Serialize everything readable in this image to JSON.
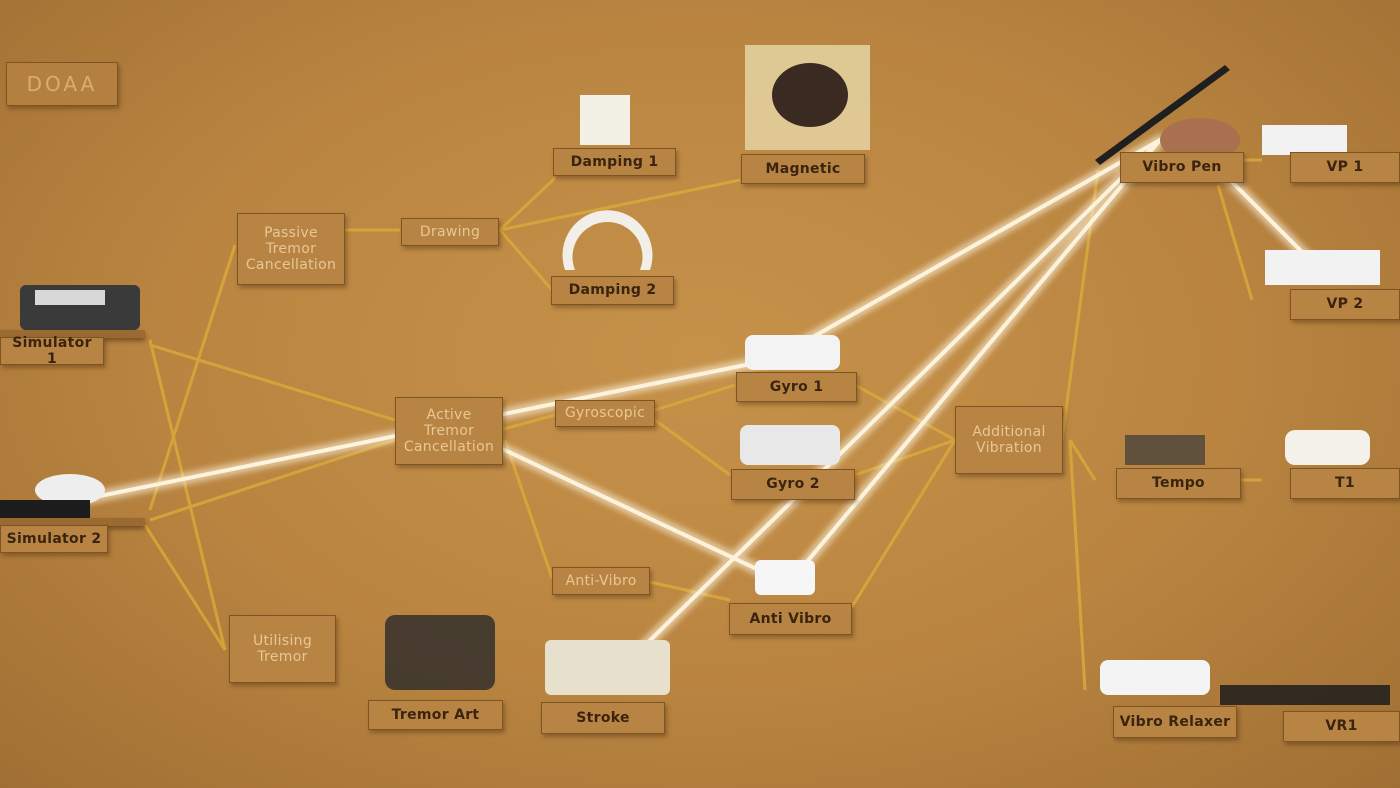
{
  "logo": {
    "text": "DOAA"
  },
  "categories": {
    "passive": "Passive Tremor Cancellation",
    "active": "Active Tremor Cancellation",
    "utilising": "Utilising Tremor",
    "additional": "Additional Vibration"
  },
  "methods": {
    "drawing": "Drawing",
    "gyroscopic": "Gyroscopic",
    "anti_vibro_method": "Anti-Vibro"
  },
  "prototypes": {
    "simulator1": "Simulator 1",
    "simulator2": "Simulator 2",
    "damping1": "Damping 1",
    "damping2": "Damping 2",
    "magnetic": "Magnetic",
    "gyro1": "Gyro 1",
    "gyro2": "Gyro 2",
    "anti_vibro": "Anti Vibro",
    "tremor_art": "Tremor Art",
    "stroke": "Stroke",
    "vibro_pen": "Vibro Pen",
    "vp1": "VP 1",
    "vp2": "VP 2",
    "tempo": "Tempo",
    "t1": "T1",
    "vibro_relaxer": "Vibro Relaxer",
    "vr1": "VR1"
  },
  "colors": {
    "board": "#b98440",
    "card": "#b88443",
    "card_text": "#e9c792",
    "tape": "#d9a93a",
    "beam": "#fff6e0"
  }
}
